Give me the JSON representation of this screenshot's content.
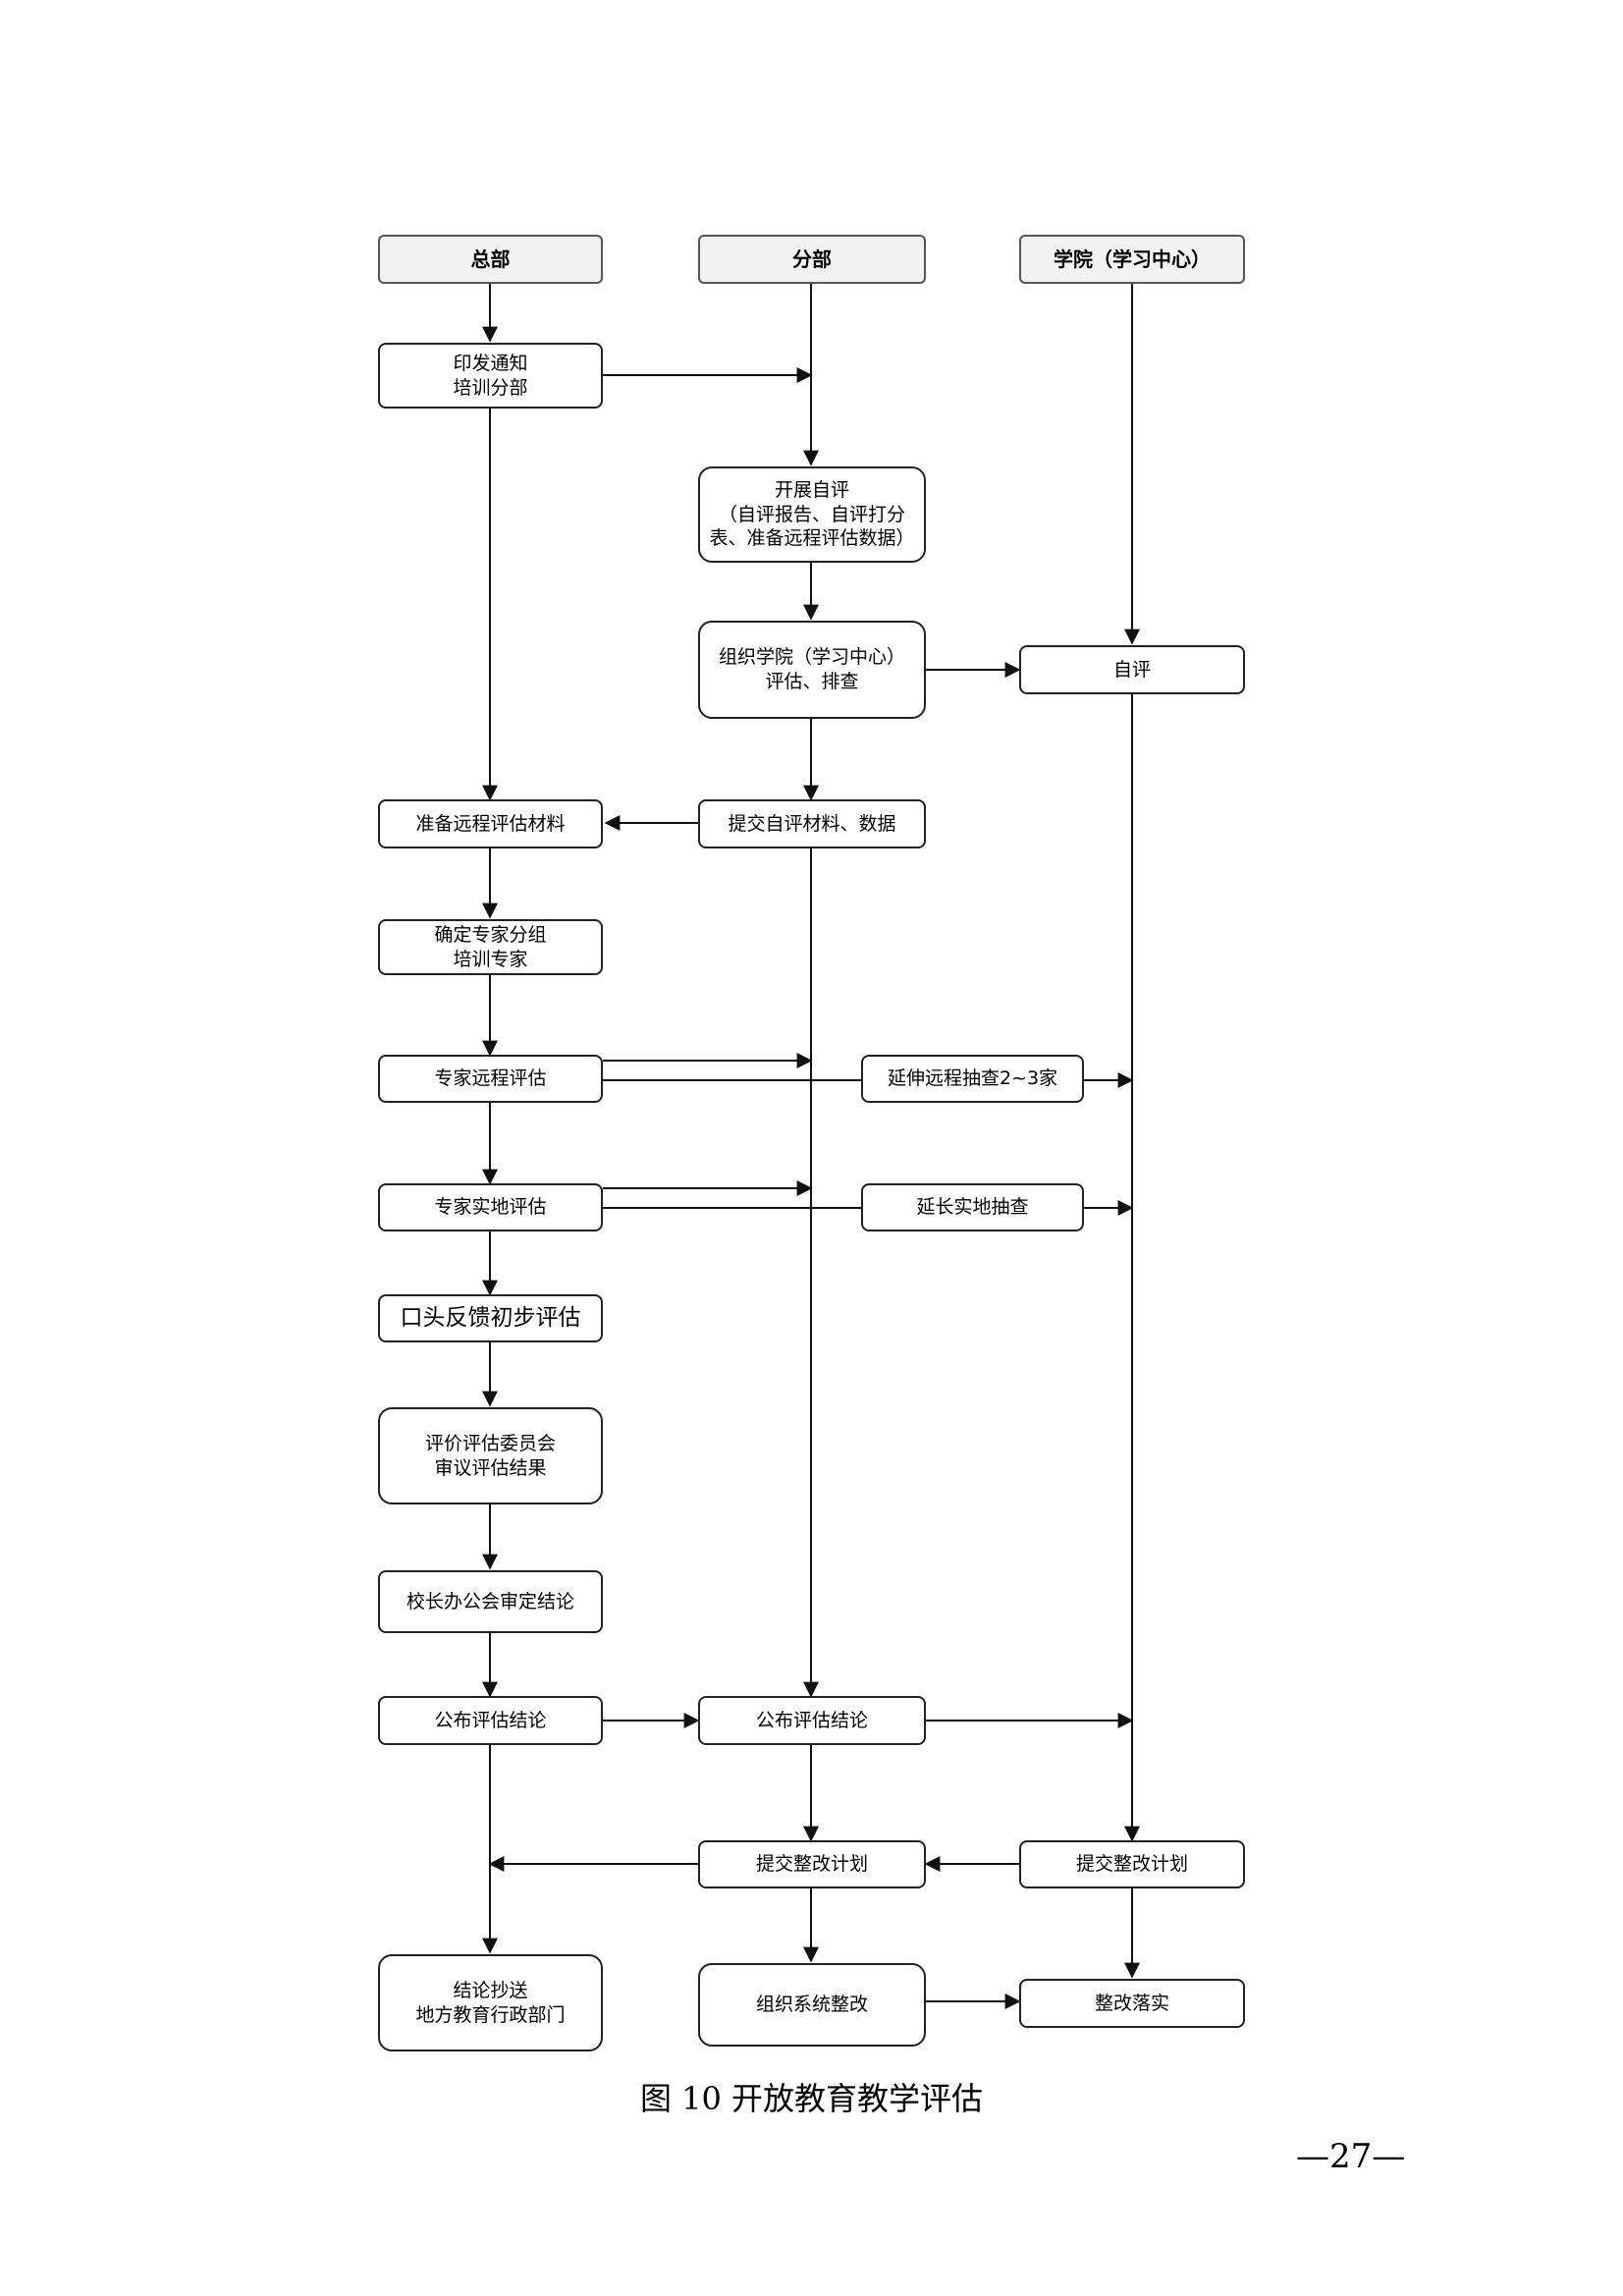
{
  "lanes": {
    "hq": "总部",
    "branch": "分部",
    "college": "学院（学习中心）"
  },
  "nodes": {
    "print_notice": [
      "印发通知",
      "培训分部"
    ],
    "self_eval": [
      "开展自评",
      "（自评报告、自评打分",
      "表、准备远程评估数据）"
    ],
    "organize_college": [
      "组织学院（学习中心）",
      "评估、排查"
    ],
    "college_self_eval": "自评",
    "prepare_remote": "准备远程评估材料",
    "submit_self": "提交自评材料、数据",
    "expert_group": [
      "确定专家分组",
      "培训专家"
    ],
    "expert_remote": "专家远程评估",
    "extend_remote": "延伸远程抽查2~3家",
    "expert_site": "专家实地评估",
    "extend_site": "延长实地抽查",
    "oral_feedback": "口头反馈初步评估",
    "committee": [
      "评价评估委员会",
      "审议评估结果"
    ],
    "president_office": "校长办公会审定结论",
    "publish_hq": "公布评估结论",
    "publish_branch": "公布评估结论",
    "submit_plan_branch": "提交整改计划",
    "submit_plan_college": "提交整改计划",
    "copy_send": [
      "结论抄送",
      "地方教育行政部门"
    ],
    "organize_rectify": "组织系统整改",
    "implement": "整改落实"
  },
  "caption": "图 10  开放教育教学评估",
  "page_number": "—27—"
}
